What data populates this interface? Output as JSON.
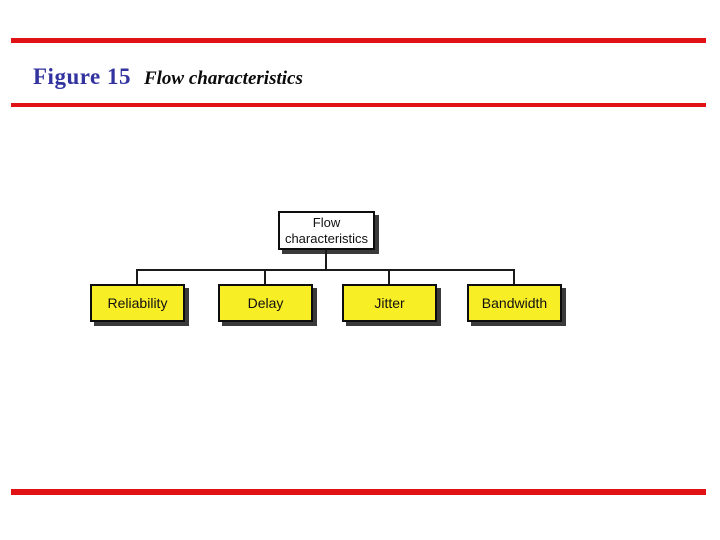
{
  "colors": {
    "accent_red": "#e11216",
    "figure_blue": "#3333a0",
    "node_yellow": "#f8ee26"
  },
  "caption": {
    "label": "Figure 15",
    "title": "Flow characteristics"
  },
  "diagram": {
    "root": "Flow characteristics",
    "children": [
      "Reliability",
      "Delay",
      "Jitter",
      "Bandwidth"
    ]
  }
}
